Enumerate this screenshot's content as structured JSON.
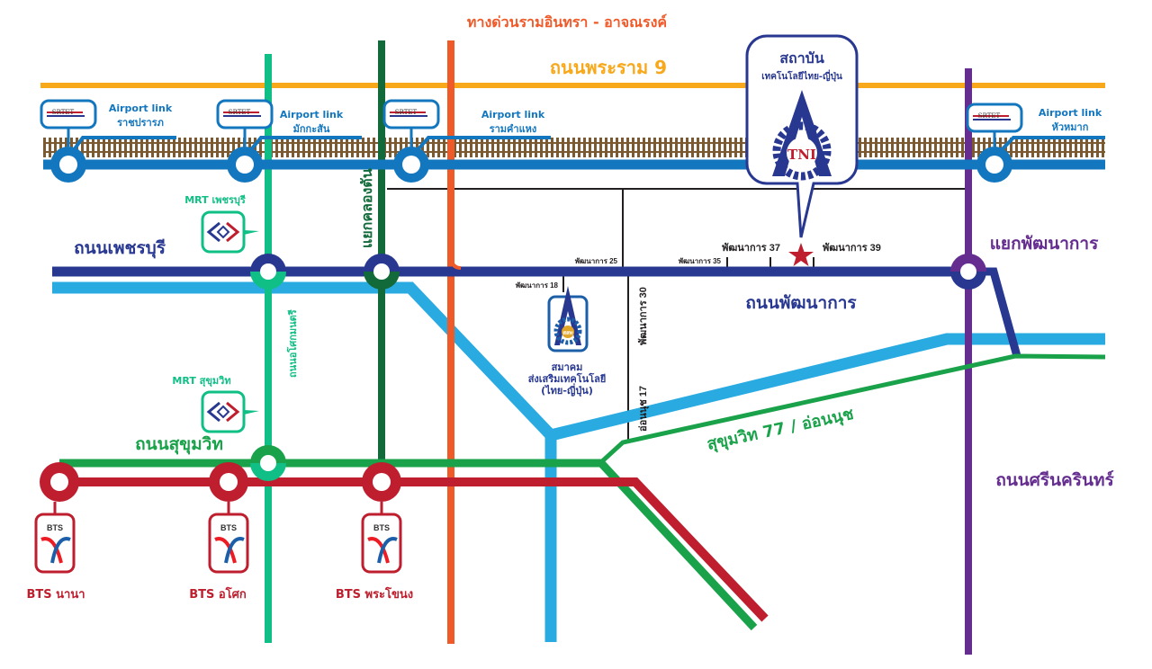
{
  "colors": {
    "airport_link": "#1377bf",
    "rama9": "#f7a81b",
    "asoke_montri": "#0fbf86",
    "khlong_tan": "#12693a",
    "ramindra_expressway": "#f05a28",
    "phetchaburi": "#283891",
    "light_blue_road": "#29abe2",
    "sukhumvit": "#19a24a",
    "bts": "#be1e2d",
    "srinakarin": "#652d90",
    "track_brown": "#7b5a32",
    "minor_road": "#231f20",
    "star": "#be1e2d"
  },
  "roads": {
    "ramindra_expressway": "ทางด่วนรามอินทรา - อาจณรงค์",
    "rama9": "ถนนพระราม 9",
    "phetchaburi": "ถนนเพชรบุรี",
    "khlong_tan_junction": "แยกคลองตัน",
    "asoke_montri": "ถนนอโศกมนตรี",
    "sukhumvit": "ถนนสุขุมวิท",
    "phatthanakan": "ถนนพัฒนาการ",
    "phatthanakan_junction": "แยกพัฒนาการ",
    "srinakarin": "ถนนศรีนครินทร์",
    "sukhumvit77": "สุขุมวิท 77 / อ่อนนุช"
  },
  "sois": {
    "p18": "พัฒนาการ 18",
    "p25": "พัฒนาการ 25",
    "p30": "พัฒนาการ 30",
    "p35": "พัฒนาการ 35",
    "p37": "พัฒนาการ 37",
    "p39": "พัฒนาการ 39",
    "onnut17": "อ่อนนุช 17"
  },
  "airport_link_stations": [
    {
      "line": "Airport link",
      "name": "ราชปรารภ"
    },
    {
      "line": "Airport link",
      "name": "มักกะสัน"
    },
    {
      "line": "Airport link",
      "name": "รามคำแหง"
    },
    {
      "line": "Airport link",
      "name": "หัวหมาก"
    }
  ],
  "srt_logo_text": "SRTET",
  "mrt_stations": [
    {
      "name": "MRT เพชรบุรี"
    },
    {
      "name": "MRT สุขุมวิท"
    }
  ],
  "bts_stations": [
    {
      "name": "BTS นานา"
    },
    {
      "name": "BTS อโศก"
    },
    {
      "name": "BTS พระโขนง"
    }
  ],
  "bts_logo_text": "BTS",
  "destination": {
    "title": "สถาบัน",
    "subtitle": "เทคโนโลยีไทย-ญี่ปุ่น",
    "logo_text": "TNI",
    "icon": "star-marker"
  },
  "association": {
    "logo_text": "สสท",
    "line1": "สมาคม",
    "line2": "ส่งเสริมเทคโนโลยี",
    "line3": "(ไทย-ญี่ปุ่น)"
  }
}
